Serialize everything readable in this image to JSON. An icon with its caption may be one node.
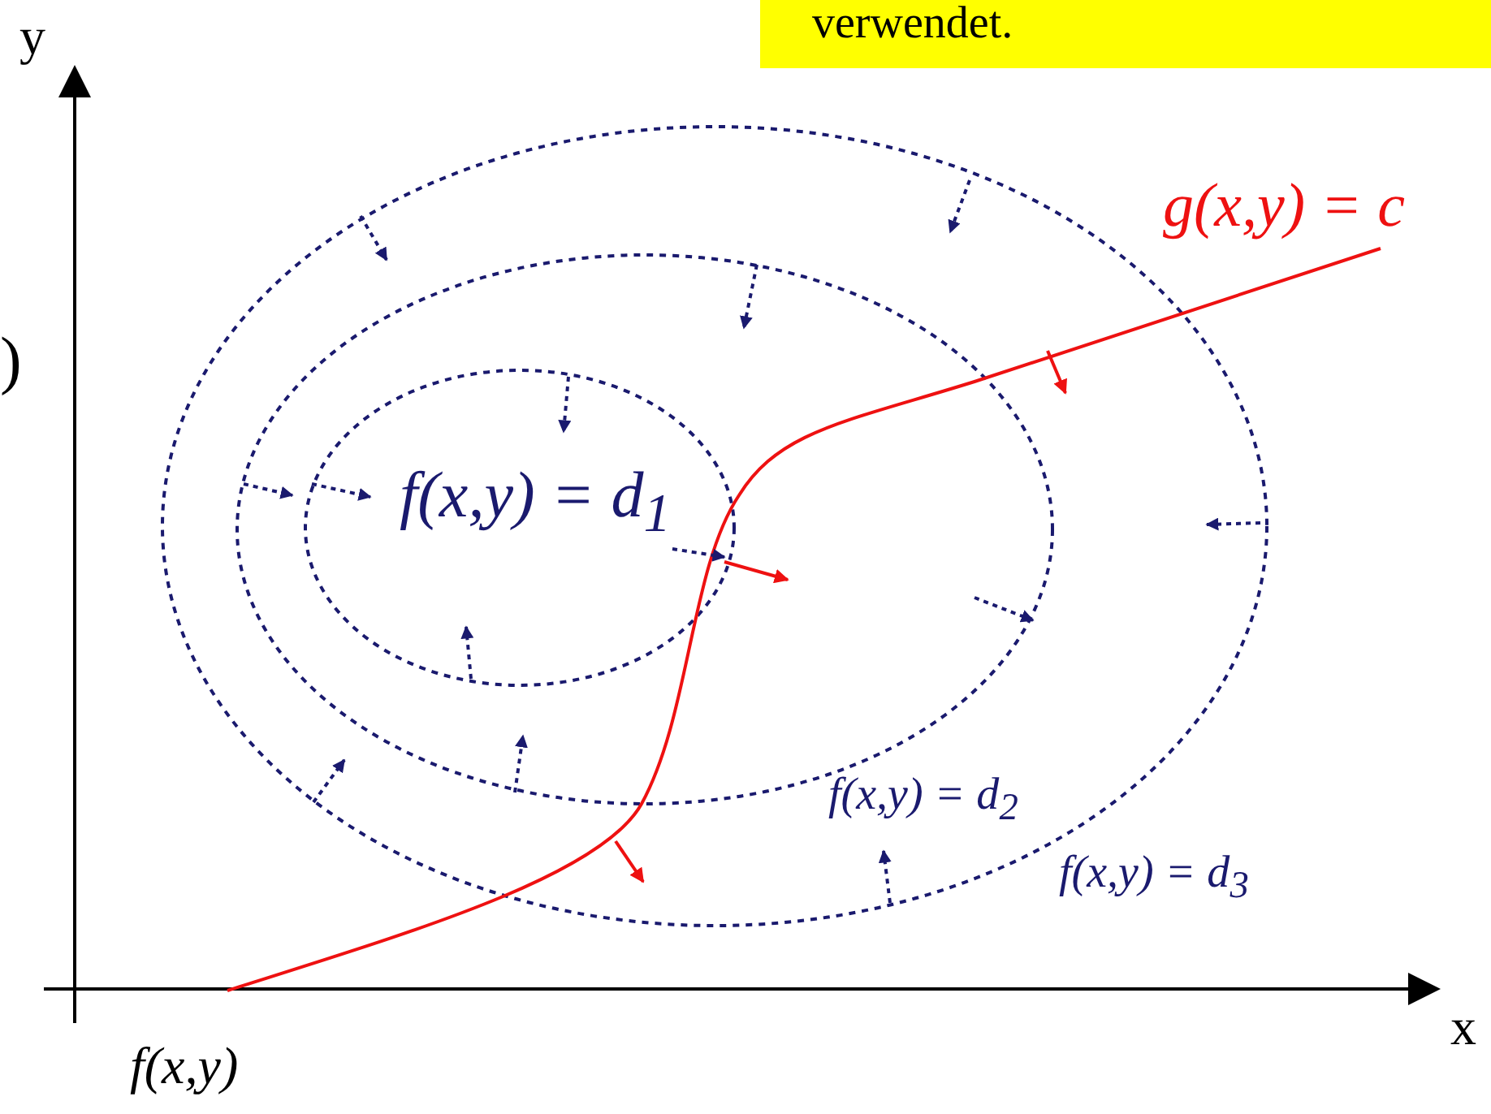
{
  "diagram": {
    "labels": [
      "verwendet.",
      "y",
      ")",
      "g(x,y) = c",
      "f(x,y) = d$_{1}$",
      "f(x,y) = d$_{2}$",
      "f(x,y) = d$_{3}$",
      "x",
      "f(x,y)"
    ]
  }
}
